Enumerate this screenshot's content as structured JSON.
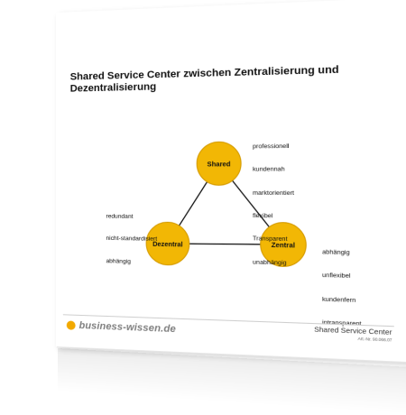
{
  "document": {
    "title": "Shared Service Center zwischen Zentralisierung und Dezentralisierung"
  },
  "diagram": {
    "nodes": [
      {
        "id": "shared",
        "label": "Shared"
      },
      {
        "id": "dezentral",
        "label": "Dezentral"
      },
      {
        "id": "zentral",
        "label": "Zentral"
      }
    ],
    "edges": [
      {
        "from": "shared",
        "to": "dezentral"
      },
      {
        "from": "shared",
        "to": "zentral"
      },
      {
        "from": "dezentral",
        "to": "zentral"
      }
    ],
    "attributes": {
      "shared": [
        "professionell",
        "kundennah",
        "marktorientiert",
        "flexibel",
        "Transparent",
        "unabhängig"
      ],
      "dezentral": [
        "redundant",
        "nicht-standardisiert",
        "abhängig"
      ],
      "zentral": [
        "abhängig",
        "unflexibel",
        "kundenfern",
        "intransparent"
      ]
    },
    "node_color": "#f2b705",
    "node_border": "#d49a00"
  },
  "footer": {
    "logo_text": "business-wissen.de",
    "doc_title": "Shared Service Center",
    "article_no": "Art.-Nr. 90.066.07",
    "brand_color": "#f2a900"
  }
}
